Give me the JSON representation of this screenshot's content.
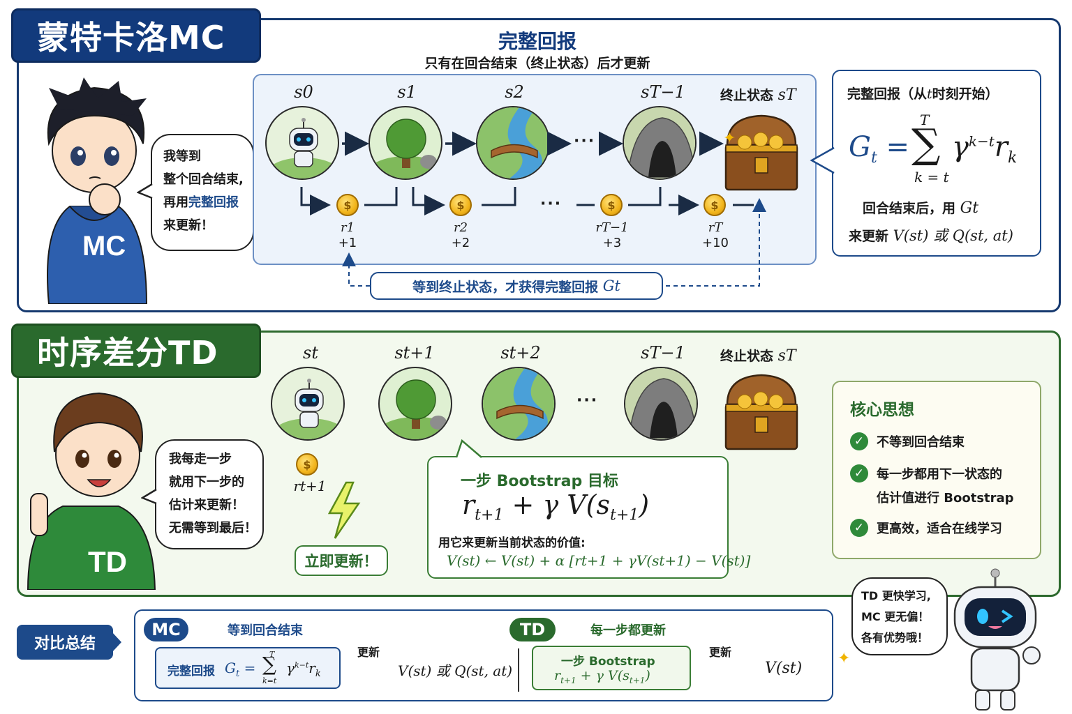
{
  "colors": {
    "mc_blue": "#123a7c",
    "td_green": "#2a6a2d",
    "accent_blue": "#1d4a8a",
    "accent_green": "#3a7d35"
  },
  "mc": {
    "title": "蒙特卡洛MC",
    "heading": "完整回报",
    "subheading": "只有在回合结束（终止状态）后才更新",
    "bubble_lines": [
      "我等到",
      "整个回合结束,",
      "再用",
      "完整回报",
      "来更新！"
    ],
    "shirt": "MC",
    "states": [
      "s0",
      "s1",
      "s2",
      "sT−1"
    ],
    "terminal_label": "终止状态",
    "terminal_state": "sT",
    "ellipsis": "···",
    "rewards": [
      {
        "name": "r1",
        "value": "+1"
      },
      {
        "name": "r2",
        "value": "+2"
      },
      {
        "name": "rT−1",
        "value": "+3"
      },
      {
        "name": "rT",
        "value": "+10"
      }
    ],
    "dashed_note": "等到终止状态，才获得完整回报",
    "dashed_note_symbol": "Gt",
    "formula_card": {
      "title": "完整回报（从",
      "title_t": "t",
      "title_rest": "时刻开始）",
      "formula": "Gt = Σ γ^(k−t) rk",
      "sum_top": "T",
      "sum_bottom": "k = t",
      "line1": "回合结束后，用",
      "line1_sym": "Gt",
      "line2": "来更新",
      "line2_sym": "V(st) 或 Q(st, at)"
    }
  },
  "td": {
    "title": "时序差分TD",
    "bubble_lines": [
      "我每走一步",
      "就用下一步的",
      "估计来更新！",
      "无需等到最后！"
    ],
    "shirt": "TD",
    "states": [
      "st",
      "st+1",
      "st+2",
      "sT−1"
    ],
    "terminal_label": "终止状态",
    "terminal_state": "sT",
    "ellipsis": "···",
    "reward": "rt+1",
    "update_now": "立即更新！",
    "bootstrap_card": {
      "title": "一步 Bootstrap 目标",
      "target": "rt+1 + γ V(st+1)",
      "caption": "用它来更新当前状态的价值:",
      "update_rule": "V(st) ← V(st) + α [rt+1 + γV(st+1) − V(st)]"
    },
    "core_card": {
      "title": "核心思想",
      "items": [
        "不等到回合结束",
        "每一步都用下一状态的",
        "估计值进行 Bootstrap",
        "更高效，适合在线学习"
      ]
    }
  },
  "compare": {
    "label": "对比总结",
    "mc_tag": "MC",
    "mc_desc": "等到回合结束",
    "mc_box": "完整回报",
    "mc_box_formula": "Gt = Σ γ^(k−t) rk",
    "mc_sum_top": "T",
    "mc_sum_bottom": "k=t",
    "update_word": "更新",
    "mc_target": "V(st) 或 Q(st, at)",
    "td_tag": "TD",
    "td_desc": "每一步都更新",
    "td_box_line1": "一步 Bootstrap",
    "td_box_line2": "rt+1 + γ V(st+1)",
    "td_target": "V(st)"
  },
  "robot_bubble": [
    "TD 更快学习,",
    "MC 更无偏！",
    "各有优势哦！"
  ]
}
